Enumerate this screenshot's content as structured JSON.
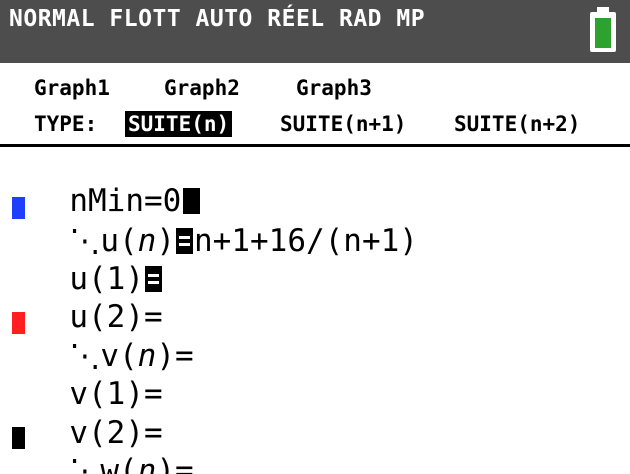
{
  "status": {
    "modes": "NORMAL FLOTT AUTO RÉEL RAD MP",
    "battery_color": "#2fa12f"
  },
  "graph_tabs": [
    "Graph1",
    "Graph2",
    "Graph3"
  ],
  "type_row": {
    "label": "TYPE:",
    "options": [
      "SUITE(n)",
      "SUITE(n+1)",
      "SUITE(n+2)"
    ],
    "selected": "SUITE(n)"
  },
  "editor": {
    "nmin": "nMin=0",
    "u_n": {
      "prefix": "u(",
      "var": "n",
      "suffix": ")",
      "expr": "n+1+16/(n+1)",
      "color": "#1f3fff"
    },
    "u1": "u(1)",
    "u2": "u(2)=",
    "v_n": {
      "prefix": "v(",
      "var": "n",
      "suffix": ")=",
      "color": "#ff1f1f"
    },
    "v1": "v(1)=",
    "v2": "v(2)=",
    "w_n": {
      "prefix": "w(",
      "var": "n",
      "suffix": ")=",
      "color": "#000000"
    }
  }
}
